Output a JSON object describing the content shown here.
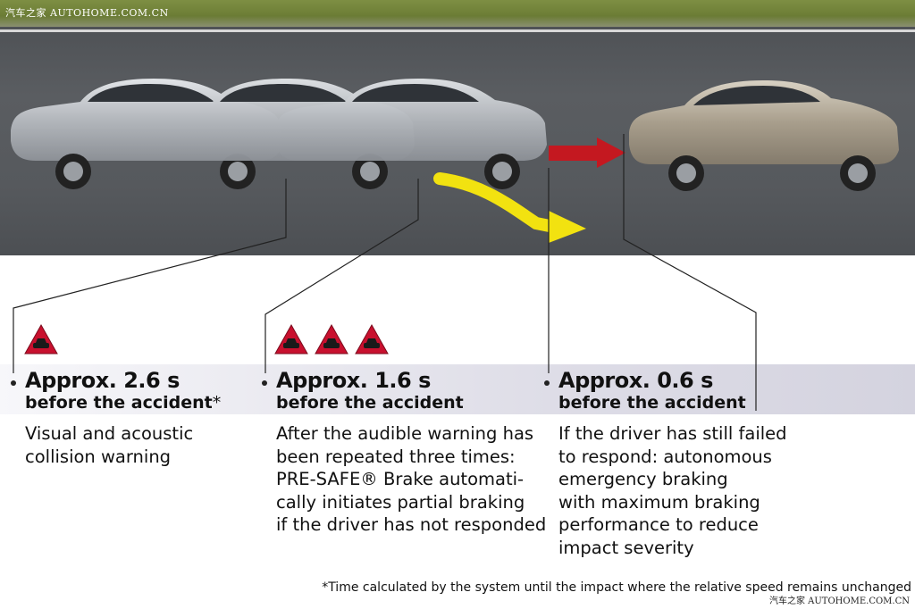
{
  "watermark": {
    "top": "汽车之家 AUTOHOME.COM.CN",
    "bottom": "汽车之家 AUTOHOME.COM.CN"
  },
  "phases": [
    {
      "time": "Approx. 2.6 s",
      "before": "before the accident",
      "asterisk": "*",
      "warnings": 1,
      "description": [
        "Visual and acoustic",
        "collision warning"
      ]
    },
    {
      "time": "Approx. 1.6 s",
      "before": "before the accident",
      "asterisk": "",
      "warnings": 3,
      "description": [
        "After the audible warning has",
        "been repeated three times:",
        "PRE-SAFE® Brake automati-",
        "cally initiates partial braking",
        "if the driver has not responded"
      ]
    },
    {
      "time": "Approx. 0.6 s",
      "before": "before the accident",
      "asterisk": "",
      "warnings": 0,
      "description": [
        "If the driver has still failed",
        "to respond: autonomous",
        "emergency braking",
        "with maximum braking",
        "performance to reduce",
        "impact severity"
      ]
    }
  ],
  "footnote": "*Time calculated by the system until the impact where the relative speed remains unchanged",
  "colors": {
    "warning_triangle": "#c8102e",
    "arrow_red": "#c41820",
    "arrow_yellow": "#f2e210",
    "car_silver": "#b9bdc2",
    "car_champagne": "#a79d8c"
  },
  "icons": [
    "warning-triangle-car-icon",
    "red-arrow-icon",
    "yellow-swerve-arrow-icon"
  ]
}
